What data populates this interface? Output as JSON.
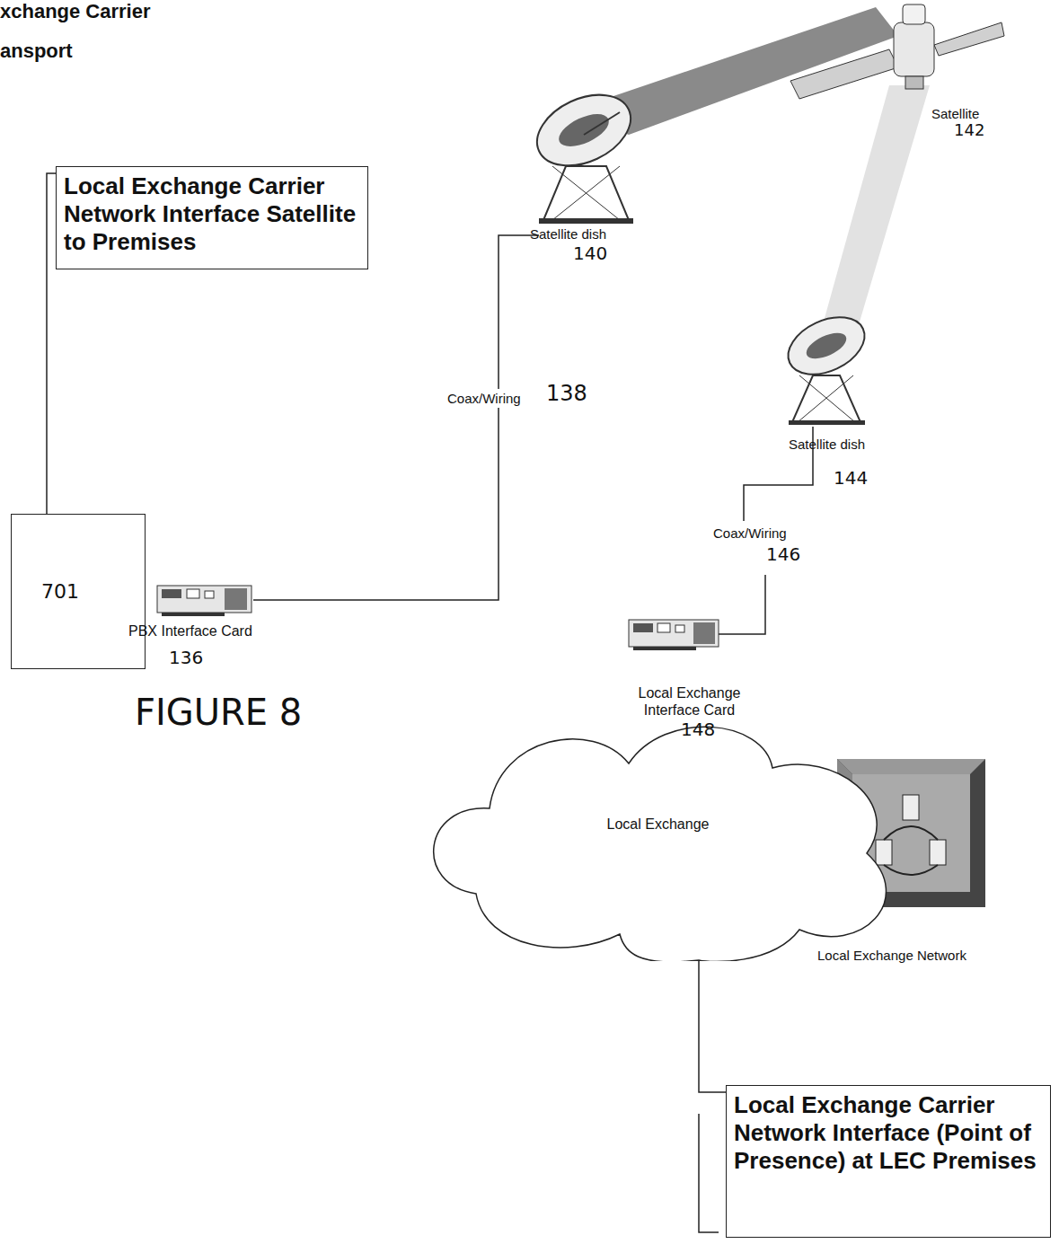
{
  "diagram": {
    "caption": "FIGURE 8",
    "nodes": [
      {
        "text": [
          "Local Exchange Carrier Network Interface Satellite to Premises"
        ]
      },
      {
        "text": [
          "701"
        ]
      },
      {
        "text": [
          "Local Exchange"
        ]
      },
      {
        "text": [
          "Local Exchange Carrier Network Interface (Point of Presence) at LEC Premises"
        ]
      }
    ],
    "edges": [
      {
        "from": 0,
        "to": 1,
        "arrow": "none"
      },
      {
        "from": 3,
        "to": 2,
        "arrow": "none"
      }
    ],
    "labels": [
      "xchange Carrier",
      "ansport",
      "Satellite",
      "142",
      "Satellite dish",
      "140",
      "Coax/Wiring",
      "138",
      "Satellite dish",
      "144",
      "Coax/Wiring",
      "146",
      "PBX Interface Card",
      "136",
      "Local Exchange Interface Card",
      "148",
      "Local Exchange Network"
    ]
  }
}
